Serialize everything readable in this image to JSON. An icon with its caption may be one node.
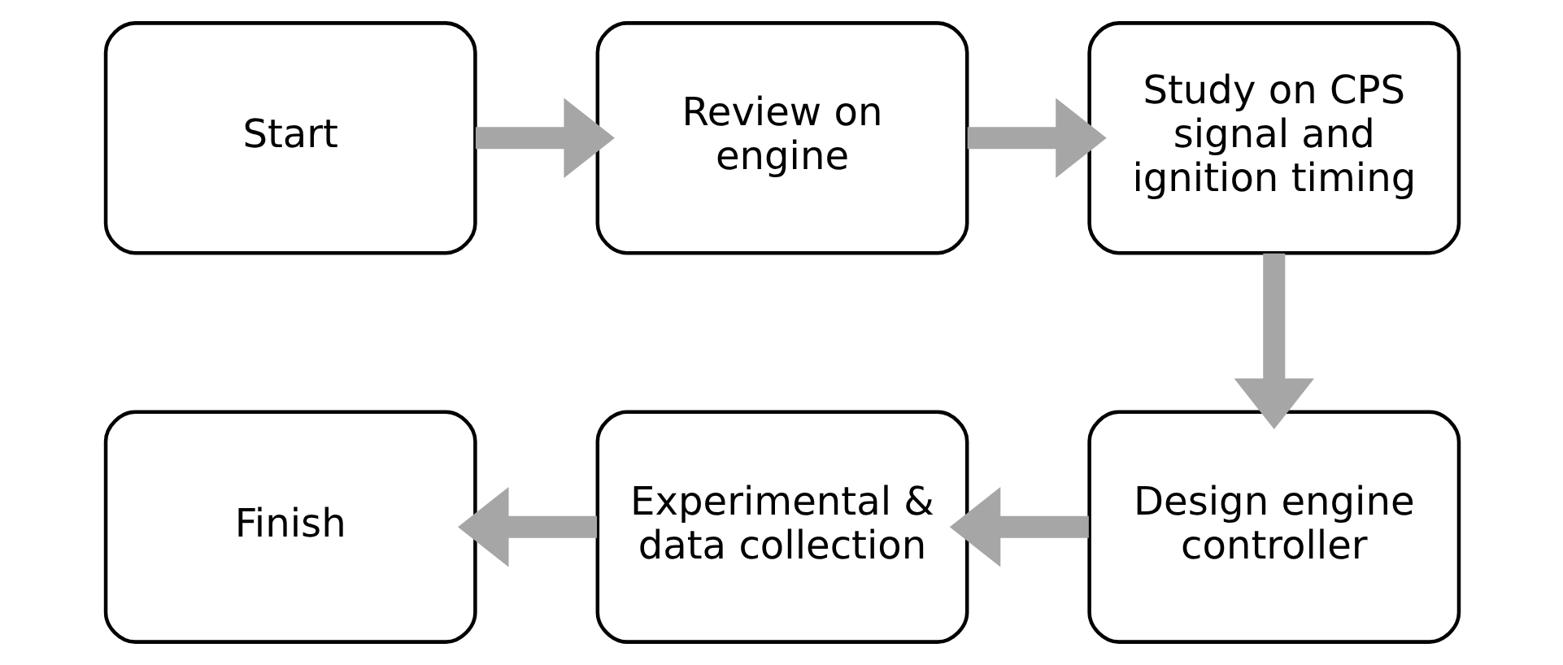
{
  "diagram": {
    "nodes": [
      {
        "text": [
          "Start"
        ]
      },
      {
        "text": [
          "Review on engine"
        ]
      },
      {
        "text": [
          "Study on CPS signal and ignition timing"
        ]
      },
      {
        "text": [
          "Design engine controller"
        ]
      },
      {
        "text": [
          "Experimental & data collection"
        ]
      },
      {
        "text": [
          "Finish"
        ]
      }
    ],
    "edges": [
      {
        "from": 0,
        "to": 1,
        "arrow": "to"
      },
      {
        "from": 1,
        "to": 2,
        "arrow": "to"
      },
      {
        "from": 2,
        "to": 3,
        "arrow": "to"
      },
      {
        "from": 3,
        "to": 4,
        "arrow": "to"
      },
      {
        "from": 4,
        "to": 5,
        "arrow": "to"
      }
    ]
  }
}
